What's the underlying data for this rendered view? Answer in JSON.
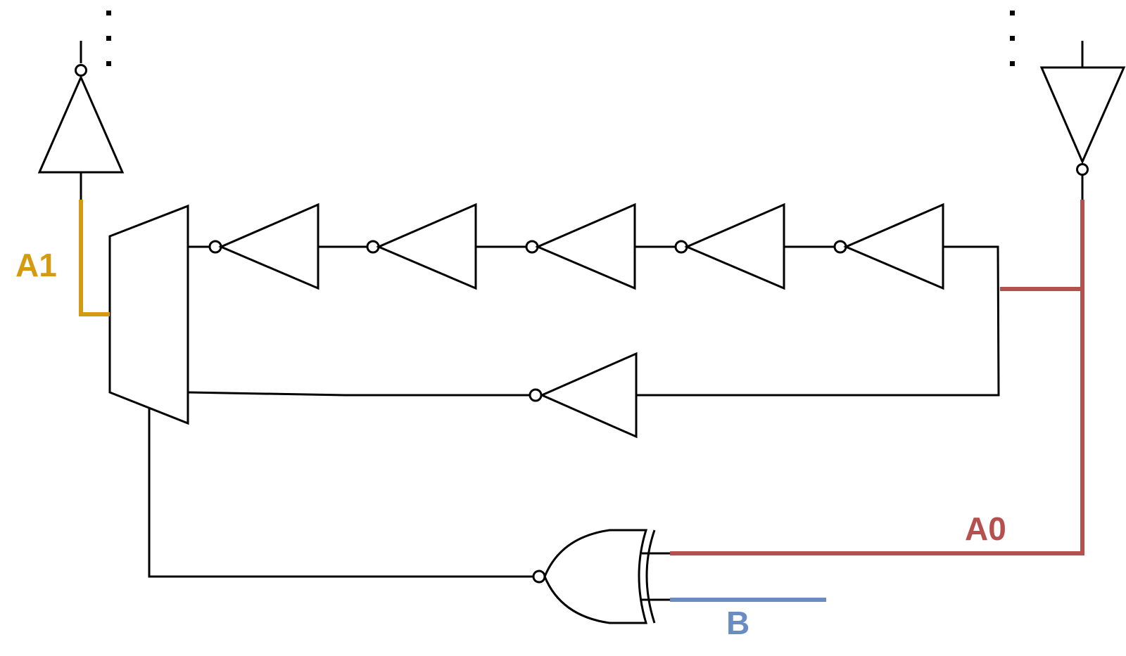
{
  "labels": {
    "a1": "A1",
    "a0": "A0",
    "b": "B"
  },
  "colors": {
    "wire": "#000000",
    "a1": "#d49a12",
    "a0": "#b5504f",
    "b": "#6a8cc4",
    "background": "#ffffff"
  }
}
